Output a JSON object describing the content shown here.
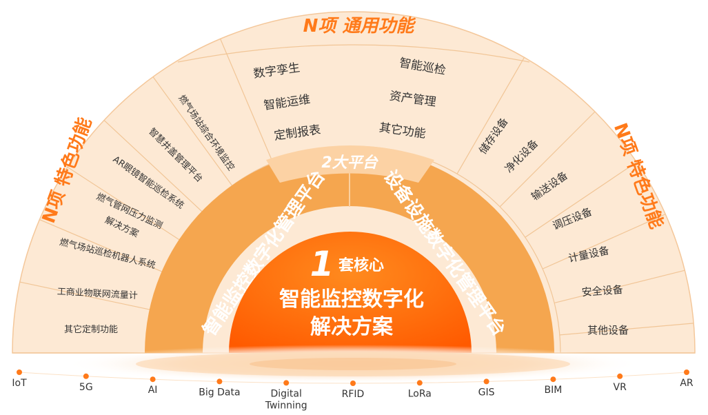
{
  "outer_title": "N项 通用功能",
  "left_title": "N项 特色功能",
  "right_title": "N项 特色功能",
  "general_functions": [
    "数字孪生",
    "智能巡检",
    "智能运维",
    "资产管理",
    "定制报表",
    "其它功能"
  ],
  "left_features": [
    "燃气场站综合环境监控",
    "智慧井盖管理平台",
    "AR眼镜智能巡检系统",
    "燃气管网压力监测",
    "解决方案",
    "燃气场站巡检机器人系统",
    "工商业物联网流量计",
    "其它定制功能"
  ],
  "right_features": [
    "储存设备",
    "净化设备",
    "输送设备",
    "调压设备",
    "计量设备",
    "安全设备",
    "其他设备"
  ],
  "platform_title": "2大平台",
  "platforms": [
    "智能监控数字化管理平台",
    "设备设施数字化管理平台"
  ],
  "core_number": "1",
  "core_label": "套核心",
  "core_solution_line1": "智能监控数字化",
  "core_solution_line2": "解决方案",
  "technologies": [
    "IoT",
    "5G",
    "AI",
    "Big Data",
    "Digital",
    "Twinning",
    "RFID",
    "LoRa",
    "GIS",
    "BIM",
    "VR",
    "AR"
  ],
  "colors": {
    "outer_fill": "#fde9d4",
    "outer_stroke": "#f4c79a",
    "ring_fill": "#f5a64f",
    "platform_tab_fill": "#fcd2a4",
    "core_fill": "#ff6a00",
    "title_text": "#ff7a1a",
    "dark_text": "#333333",
    "dot": "#ff7a1a"
  }
}
